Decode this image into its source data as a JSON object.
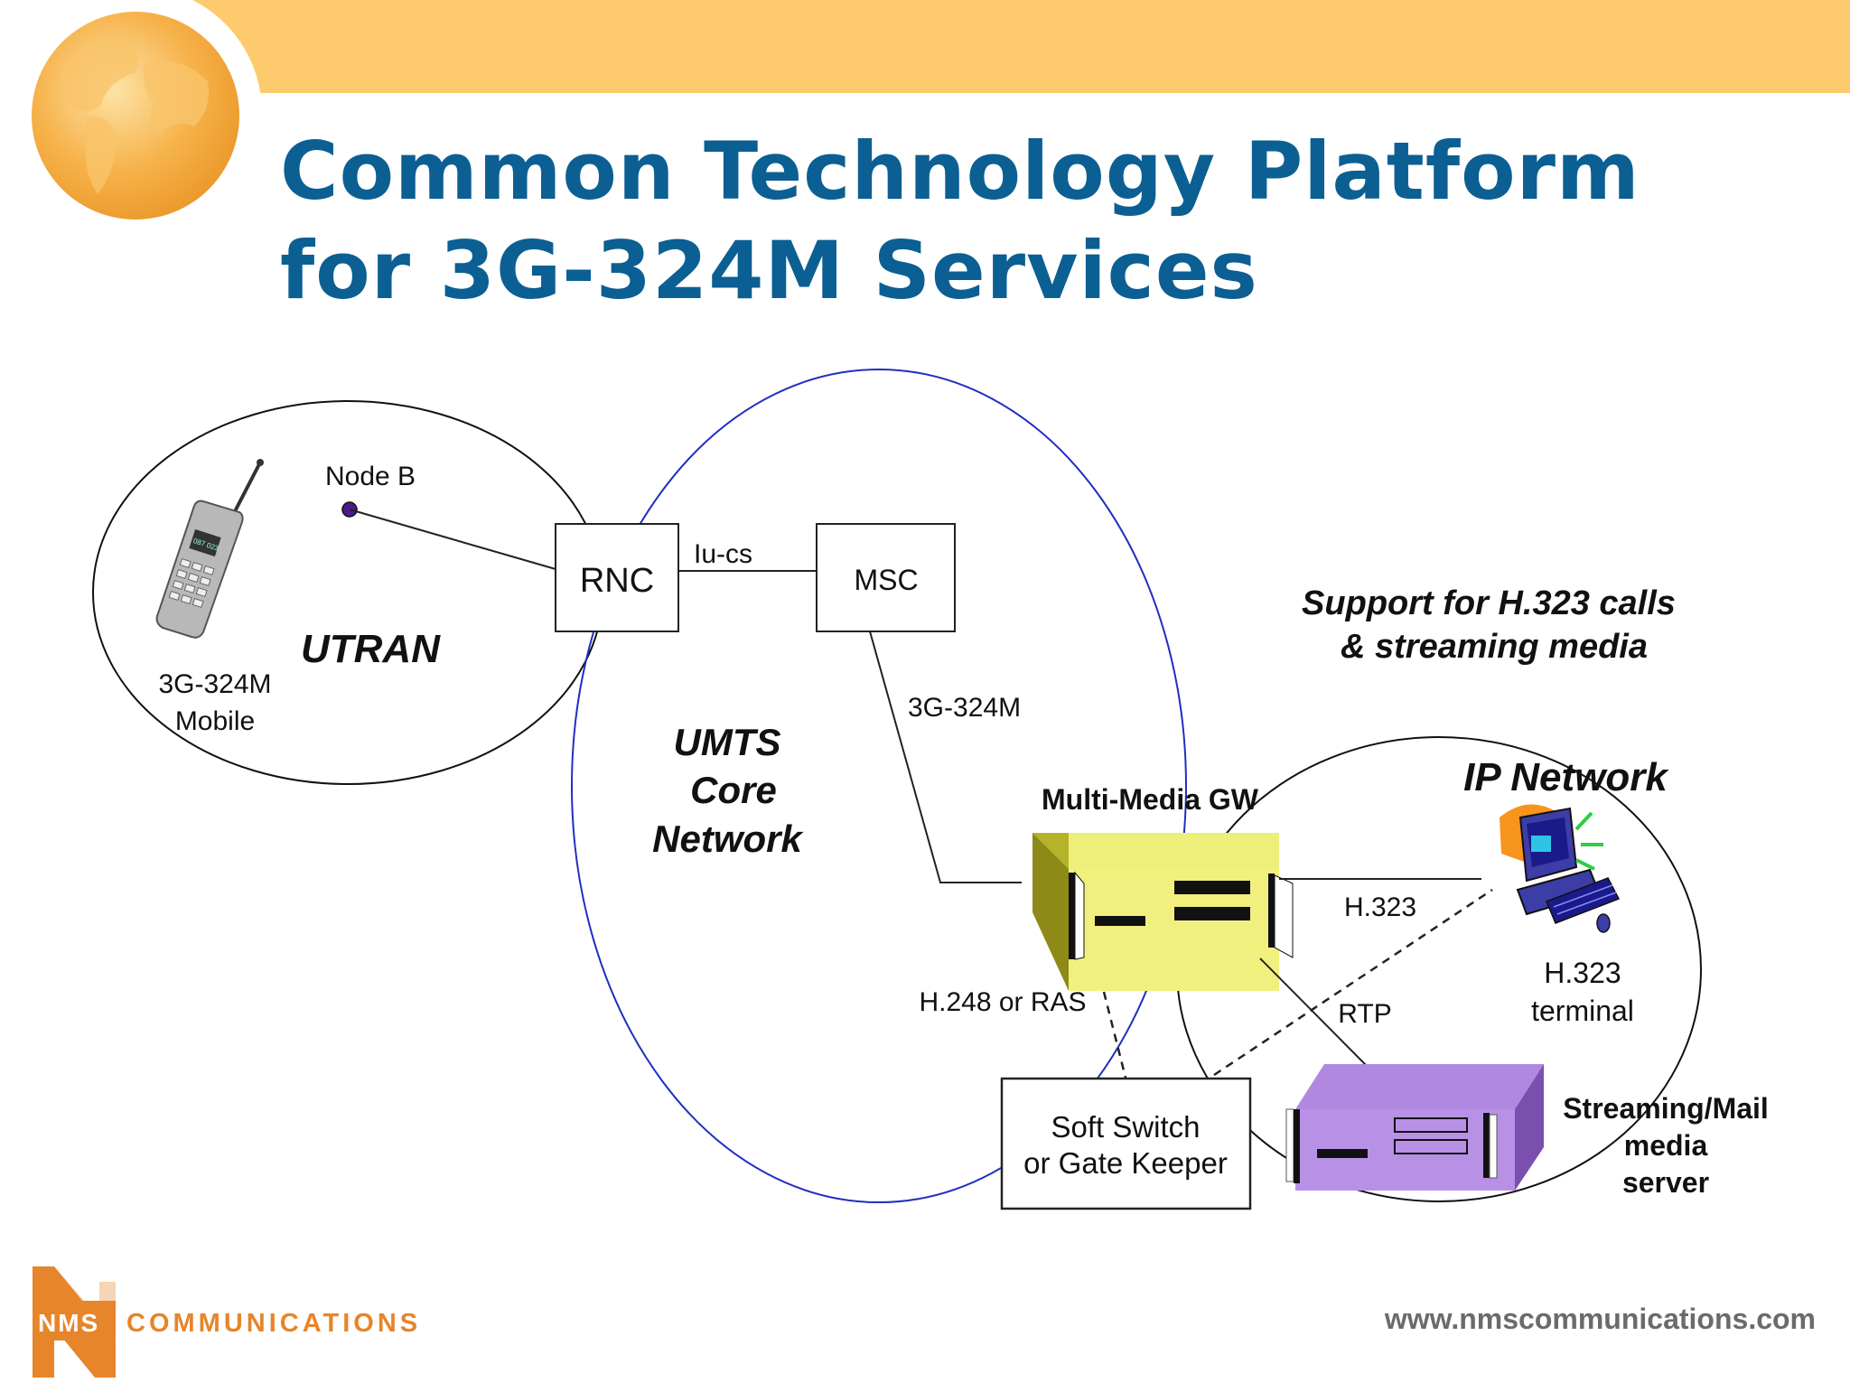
{
  "slide": {
    "title_line1": "Common Technology Platform",
    "title_line2": "for 3G-324M Services"
  },
  "diagram": {
    "node_b_label": "Node B",
    "mobile_label_line1": "3G-324M",
    "mobile_label_line2": "Mobile",
    "utran_label": "UTRAN",
    "rnc_label": "RNC",
    "iucs_label": "Iu-cs",
    "msc_label": "MSC",
    "umts_line1": "UMTS",
    "umts_line2": "Core",
    "umts_line3": "Network",
    "link_3g324m_label": "3G-324M",
    "support_line1": "Support for H.323 calls",
    "support_line2": "& streaming media",
    "ip_network_label": "IP Network",
    "mmgw_label": "Multi-Media GW",
    "h323_link_label": "H.323",
    "h323_terminal_line1": "H.323",
    "h323_terminal_line2": "terminal",
    "h248_label": "H.248 or RAS",
    "rtp_label": "RTP",
    "softswitch_line1": "Soft Switch",
    "softswitch_line2": "or Gate Keeper",
    "streaming_line1": "Streaming/Mail",
    "streaming_line2": "media",
    "streaming_line3": "server",
    "phone_screen_text": "087 023"
  },
  "footer": {
    "logo_nms": "NMS",
    "logo_communications": "COMMUNICATIONS",
    "url": "www.nmscommunications.com"
  },
  "colors": {
    "banner": "#fdcb6e",
    "title": "#0b5f93",
    "globe": "#f2a93b",
    "core_ellipse": "#1f2fc0",
    "gateway_yellow": "#eeee7a",
    "server_purple": "#b088e0",
    "logo_orange": "#e7852a"
  }
}
